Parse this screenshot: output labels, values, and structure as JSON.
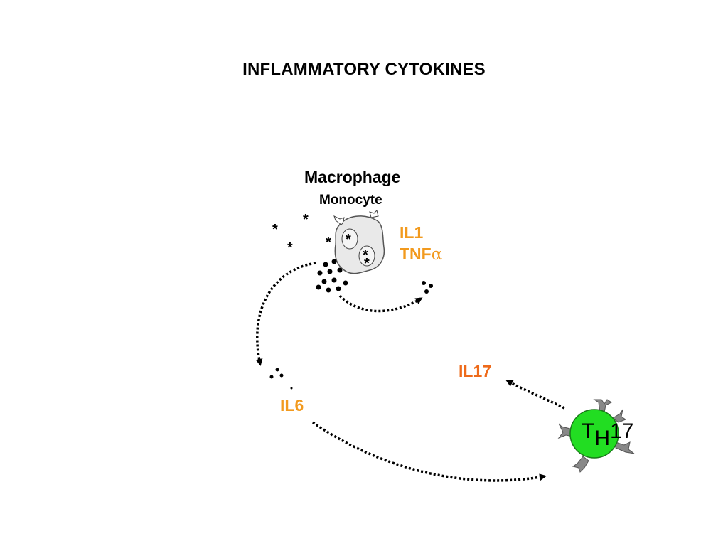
{
  "slide": {
    "title": "INFLAMMATORY CYTOKINES"
  },
  "labels": {
    "macrophage": "Macrophage",
    "monocyte": "Monocyte",
    "il1": "IL1",
    "tnf_prefix": "TNF",
    "tnf_symbol": "α",
    "il6": "IL6",
    "il17": "IL17",
    "th_main": "T",
    "th_sub": "H",
    "th_number": "17"
  },
  "decor": {
    "star_glyph": "*"
  },
  "colors": {
    "cytokine_orange": "#f29a1e",
    "il17_orange": "#ee6a1a",
    "cell_green": "#22dd22",
    "macrophage_gray": "#e9e9e9",
    "receptor_gray": "#888888"
  },
  "icons": {
    "macrophage": "macrophage-cell-icon",
    "th17": "t-cell-icon",
    "arrow": "dotted-arrow"
  }
}
